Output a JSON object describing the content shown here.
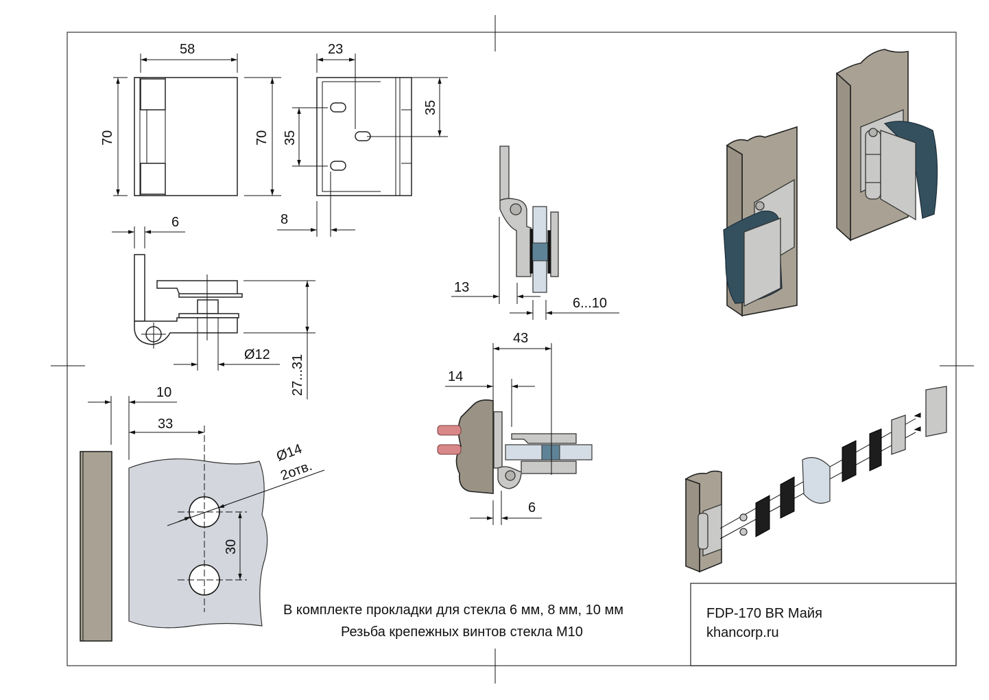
{
  "drawing": {
    "product": "FDP-170 BR Майя",
    "website": "khancorp.ru",
    "notes": [
      "В комплекте прокладки для стекла 6 мм, 8 мм, 10 мм",
      "Резьба крепежных винтов стекла М10"
    ]
  },
  "views": {
    "front_view": {
      "width_label": "58",
      "height_left_label": "70",
      "height_right_label": "70"
    },
    "back_view": {
      "width_label": "23",
      "slot_spacing_label": "35",
      "slot_offset_label": "35",
      "edge_offset_label": "8"
    },
    "top_view": {
      "leaf_thickness_label": "6",
      "screw_diameter_label": "Ø12",
      "glass_range_label": "27...31"
    },
    "side_view": {
      "offset_label": "13",
      "glass_thickness_label": "6...10"
    },
    "install_view": {
      "glass_gap_label": "10",
      "hole_offset_label": "33",
      "hole_diameter_label": "Ø14",
      "hole_count_label": "2отв.",
      "hole_spacing_label": "30"
    },
    "section_view": {
      "total_label": "43",
      "offset_label": "14",
      "leaf_label": "6"
    }
  },
  "colors": {
    "stone": "#a9a294",
    "metal": "#c9c9c7",
    "glass": "#d4dde6",
    "gasket": "#34505f",
    "anchor": "#d9888a"
  }
}
